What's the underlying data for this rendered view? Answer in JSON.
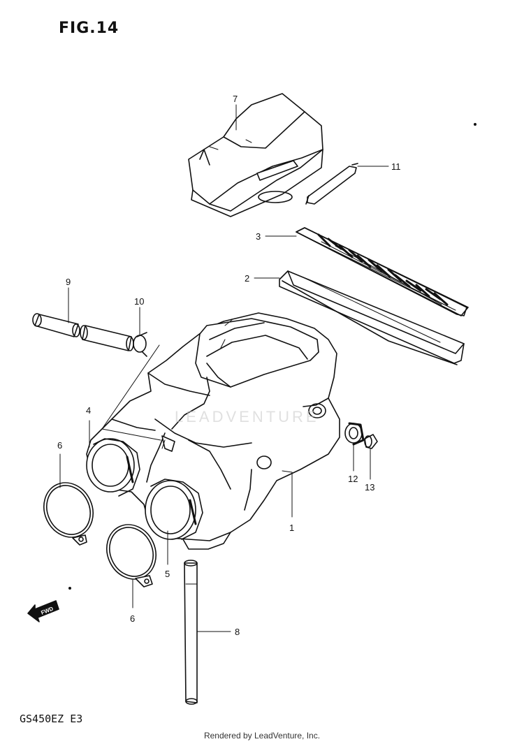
{
  "figure": {
    "title": "FIG.14",
    "model_code": "GS450EZ E3",
    "footer": "Rendered by LeadVenture, Inc.",
    "watermark": "LEADVENTURE"
  },
  "callouts": [
    {
      "id": "1",
      "label": "1"
    },
    {
      "id": "2",
      "label": "2"
    },
    {
      "id": "3",
      "label": "3"
    },
    {
      "id": "4",
      "label": "4"
    },
    {
      "id": "5",
      "label": "5"
    },
    {
      "id": "6a",
      "label": "6"
    },
    {
      "id": "6b",
      "label": "6"
    },
    {
      "id": "7",
      "label": "7"
    },
    {
      "id": "8",
      "label": "8"
    },
    {
      "id": "9",
      "label": "9"
    },
    {
      "id": "10",
      "label": "10"
    },
    {
      "id": "11",
      "label": "11"
    },
    {
      "id": "12",
      "label": "12"
    },
    {
      "id": "13",
      "label": "13"
    }
  ],
  "direction_marker": {
    "label": "FWD",
    "icon": "arrow-left-icon"
  }
}
